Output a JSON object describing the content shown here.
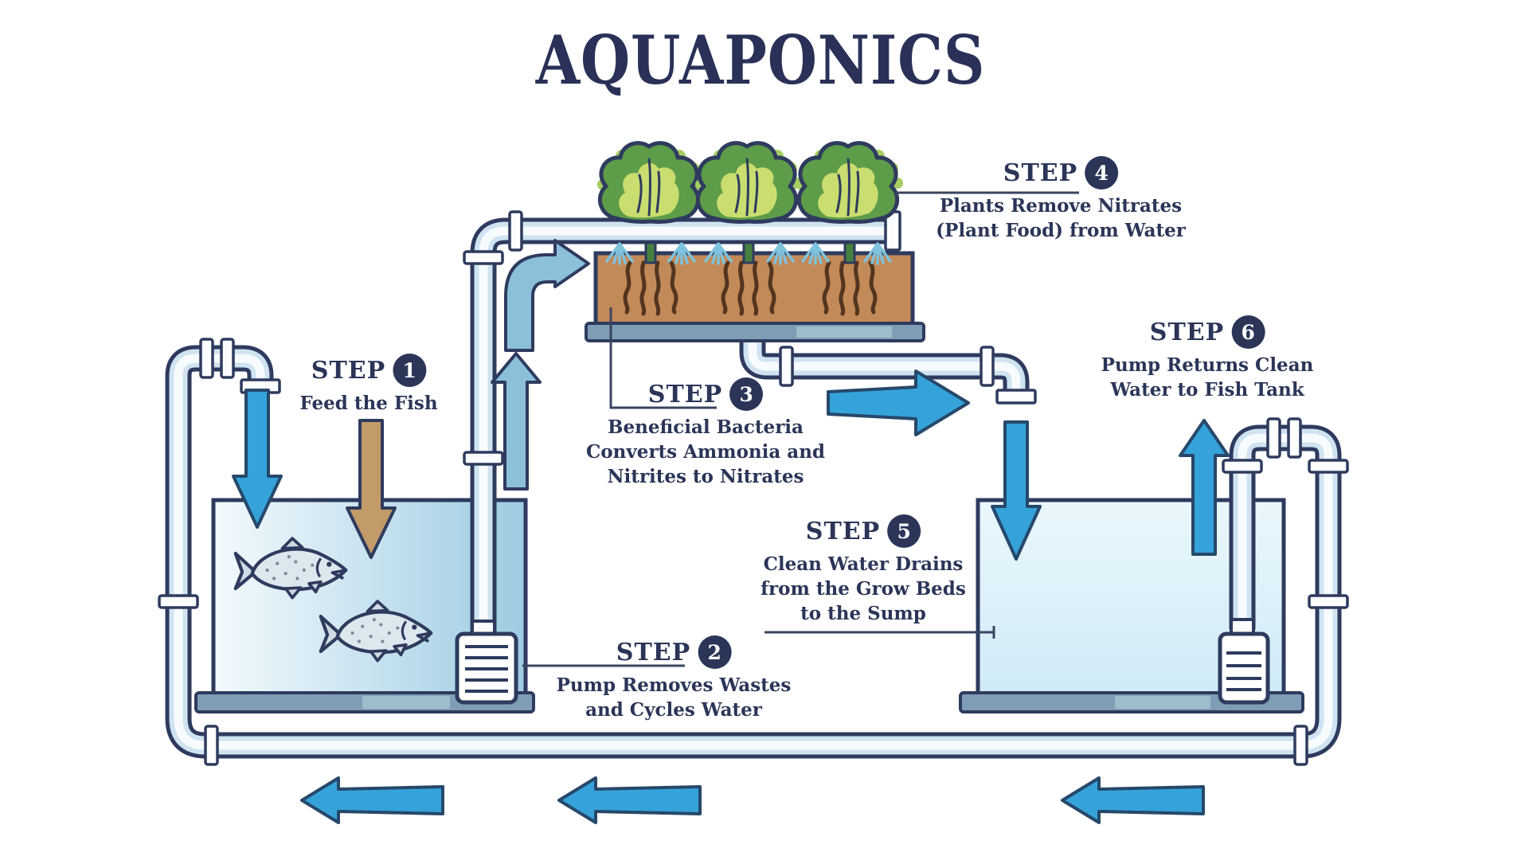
{
  "title": "AQUAPONICS",
  "steps": [
    {
      "label": "STEP",
      "number": "1",
      "lines": [
        "Feed the Fish",
        "",
        ""
      ]
    },
    {
      "label": "STEP",
      "number": "2",
      "lines": [
        "Pump Removes Wastes",
        "and Cycles Water",
        ""
      ]
    },
    {
      "label": "STEP",
      "number": "3",
      "lines": [
        "Beneficial Bacteria",
        "Converts Ammonia and",
        "Nitrites to Nitrates"
      ]
    },
    {
      "label": "STEP",
      "number": "4",
      "lines": [
        "Plants Remove Nitrates",
        "(Plant Food) from Water",
        ""
      ]
    },
    {
      "label": "STEP",
      "number": "5",
      "lines": [
        "Clean Water Drains",
        "from the Grow Beds",
        "to the Sump"
      ]
    },
    {
      "label": "STEP",
      "number": "6",
      "lines": [
        "Pump Returns Clean",
        "Water to Fish Tank",
        ""
      ]
    }
  ],
  "scene_elements": {
    "fish_tank": "tank with two fish, water inflow arrow and brown feed arrow",
    "grow_bed": "soil bed with three lettuce plants, roots, sprinkler pipe and sprays",
    "sump_tank": "light water tank receiving drain arrow, with pump and return loop",
    "pumps": "two grilled water pumps (fish tank and sump)",
    "pipe_loop": "closed pipe circuit with couplings returning water to the fish tank",
    "flow_arrows": "blue arrows showing water circulation direction"
  },
  "colors": {
    "navy_outline": "#2e3b5e",
    "text_navy": "#2b3558",
    "bright_blue_arrow": "#35a3da",
    "steel_blue_arrow": "#8cc0da",
    "feed_arrow_brown": "#c39a6a",
    "soil_brown": "#c28a58",
    "lettuce_dark_green": "#5d9c48",
    "lettuce_light_green": "#cadd6f",
    "fish_tank_water": "#a9d0e5",
    "sump_water": "#d8eefa",
    "base_slate": "#7f9db6",
    "pipe_light": "#cfe3f1"
  }
}
